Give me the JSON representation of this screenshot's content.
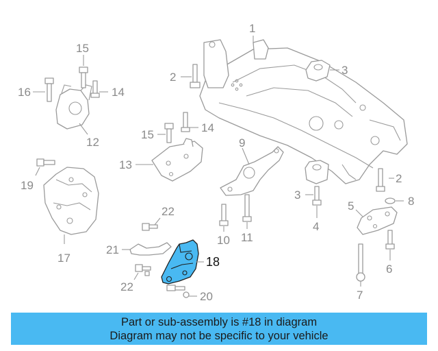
{
  "diagram": {
    "highlighted_part": "18",
    "callouts": [
      {
        "id": "c1",
        "text": "1"
      },
      {
        "id": "c2a",
        "text": "2"
      },
      {
        "id": "c2b",
        "text": "2"
      },
      {
        "id": "c3a",
        "text": "3"
      },
      {
        "id": "c3b",
        "text": "3"
      },
      {
        "id": "c4",
        "text": "4"
      },
      {
        "id": "c5",
        "text": "5"
      },
      {
        "id": "c6",
        "text": "6"
      },
      {
        "id": "c7",
        "text": "7"
      },
      {
        "id": "c8",
        "text": "8"
      },
      {
        "id": "c9",
        "text": "9"
      },
      {
        "id": "c10",
        "text": "10"
      },
      {
        "id": "c11",
        "text": "11"
      },
      {
        "id": "c12",
        "text": "12"
      },
      {
        "id": "c13",
        "text": "13"
      },
      {
        "id": "c14a",
        "text": "14"
      },
      {
        "id": "c14b",
        "text": "14"
      },
      {
        "id": "c15a",
        "text": "15"
      },
      {
        "id": "c15b",
        "text": "15"
      },
      {
        "id": "c16",
        "text": "16"
      },
      {
        "id": "c17",
        "text": "17"
      },
      {
        "id": "c18",
        "text": "18"
      },
      {
        "id": "c19",
        "text": "19"
      },
      {
        "id": "c20",
        "text": "20"
      },
      {
        "id": "c21",
        "text": "21"
      },
      {
        "id": "c22a",
        "text": "22"
      },
      {
        "id": "c22b",
        "text": "22"
      }
    ]
  },
  "banner": {
    "line1": "Part or sub-assembly is #18 in diagram",
    "line2": "Diagram may not be specific to your vehicle"
  },
  "colors": {
    "highlight": "#49b9f2",
    "banner": "#49b9f2",
    "line_art": "#9a9a9a",
    "text_dark": "#1a1a1a"
  }
}
